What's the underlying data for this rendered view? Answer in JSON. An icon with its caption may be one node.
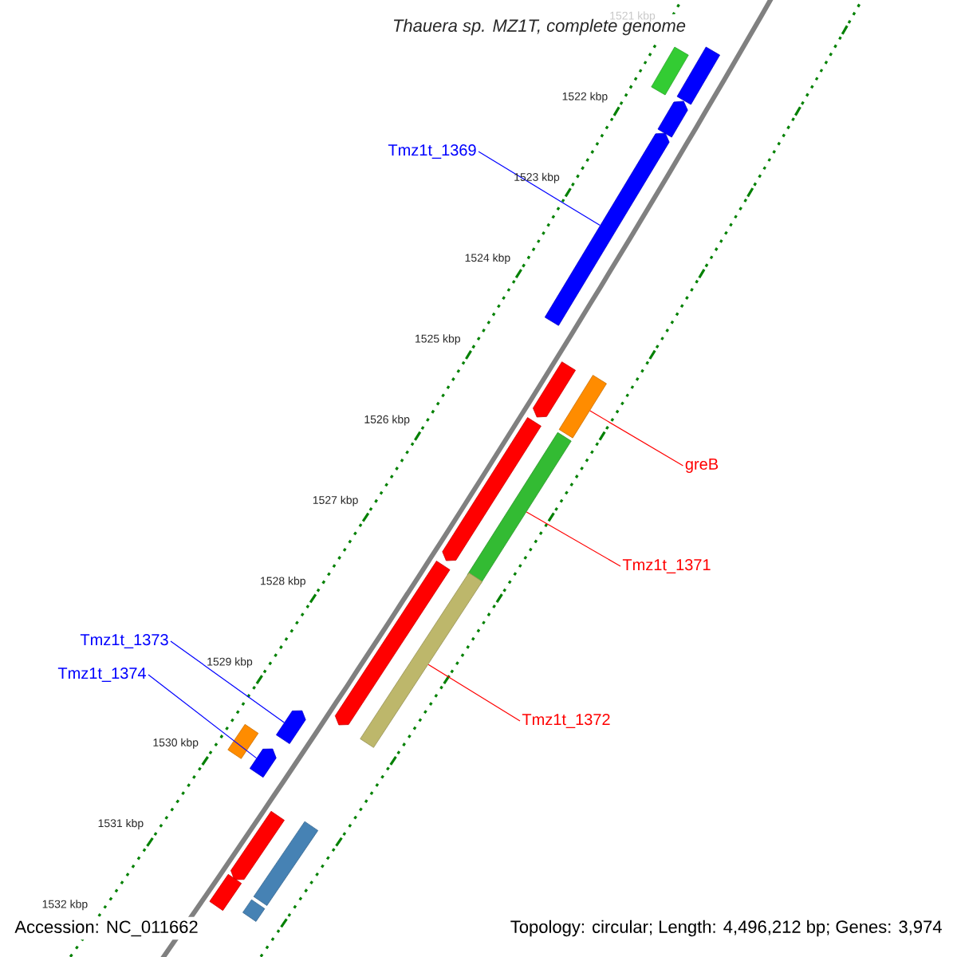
{
  "diagram": {
    "title": "Thauera sp. MZ1T, complete genome",
    "nodes": [
      {
        "text": [
          "Tmz1t_1369"
        ]
      },
      {
        "text": [
          "greB"
        ]
      },
      {
        "text": [
          "Tmz1t_1371"
        ]
      },
      {
        "text": [
          "Tmz1t_1372"
        ]
      },
      {
        "text": [
          "Tmz1t_1373"
        ]
      },
      {
        "text": [
          "Tmz1t_1374"
        ]
      },
      {
        "text": [],
        "shape": "bar"
      },
      {
        "text": [],
        "shape": "bar"
      },
      {
        "text": [],
        "shape": "arrow"
      },
      {
        "text": [],
        "shape": "arrow"
      },
      {
        "text": [],
        "shape": "arrow"
      },
      {
        "text": [],
        "shape": "bar"
      },
      {
        "text": [],
        "shape": "arrow"
      },
      {
        "text": [],
        "shape": "bar"
      },
      {
        "text": [],
        "shape": "arrow"
      },
      {
        "text": [],
        "shape": "bar"
      },
      {
        "text": [],
        "shape": "arrow"
      },
      {
        "text": [],
        "shape": "bar"
      },
      {
        "text": [],
        "shape": "arrow"
      },
      {
        "text": [],
        "shape": "arrow"
      },
      {
        "text": [],
        "shape": "bar"
      },
      {
        "text": [],
        "shape": "bar"
      },
      {
        "text": [],
        "shape": "bar"
      }
    ],
    "edges": [
      {
        "from": 0,
        "to": 9,
        "arrow": "none",
        "color": "#0000ff"
      },
      {
        "from": 1,
        "to": 11,
        "arrow": "none",
        "color": "#ff0000"
      },
      {
        "from": 2,
        "to": 13,
        "arrow": "none",
        "color": "#ff0000"
      },
      {
        "from": 3,
        "to": 15,
        "arrow": "none",
        "color": "#ff0000"
      },
      {
        "from": 4,
        "to": 16,
        "arrow": "none",
        "color": "#0000ff"
      },
      {
        "from": 5,
        "to": 18,
        "arrow": "none",
        "color": "#0000ff"
      }
    ],
    "labels": [
      "1521 kbp",
      "1522 kbp",
      "1523 kbp",
      "1524 kbp",
      "1525 kbp",
      "1526 kbp",
      "1527 kbp",
      "1528 kbp",
      "1529 kbp",
      "1530 kbp",
      "1531 kbp",
      "1532 kbp",
      "Accession: NC_011662",
      "Topology: circular; Length: 4,496,212 bp; Genes: 3,974"
    ]
  }
}
